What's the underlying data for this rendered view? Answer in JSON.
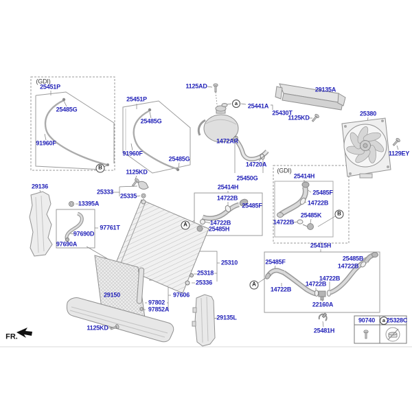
{
  "misc": {
    "fr": "FR.",
    "gdi": "(GDI)"
  },
  "circles": {
    "A": "A",
    "B": "B",
    "a": "a"
  },
  "parts": {
    "25451P": "25451P",
    "25485G": "25485G",
    "91960F": "91960F",
    "1125KD": "1125KD",
    "25333": "25333",
    "25335": "25335",
    "1125AD": "1125AD",
    "25441A": "25441A",
    "25430T": "25430T",
    "1472AR": "1472AR",
    "14720A": "14720A",
    "25450G": "25450G",
    "29135A": "29135A",
    "25380": "25380",
    "1129EY": "1129EY",
    "25414H": "25414H",
    "25485F": "25485F",
    "14722B": "14722B",
    "25485K": "25485K",
    "25415H": "25415H",
    "29136": "29136",
    "13395A": "13395A",
    "97761T": "97761T",
    "97690D": "97690D",
    "97690A": "97690A",
    "25310": "25310",
    "25318": "25318",
    "25336": "25336",
    "29150": "29150",
    "97802": "97802",
    "97606": "97606",
    "97852A": "97852A",
    "29135L": "29135L",
    "25485H": "25485H",
    "25485B": "25485B",
    "22160A": "22160A",
    "25481H": "25481H",
    "90740": "90740",
    "25328C": "25328C"
  },
  "colors": {
    "label_blue": "#2323b8",
    "line_gray": "#8f8f8f"
  }
}
